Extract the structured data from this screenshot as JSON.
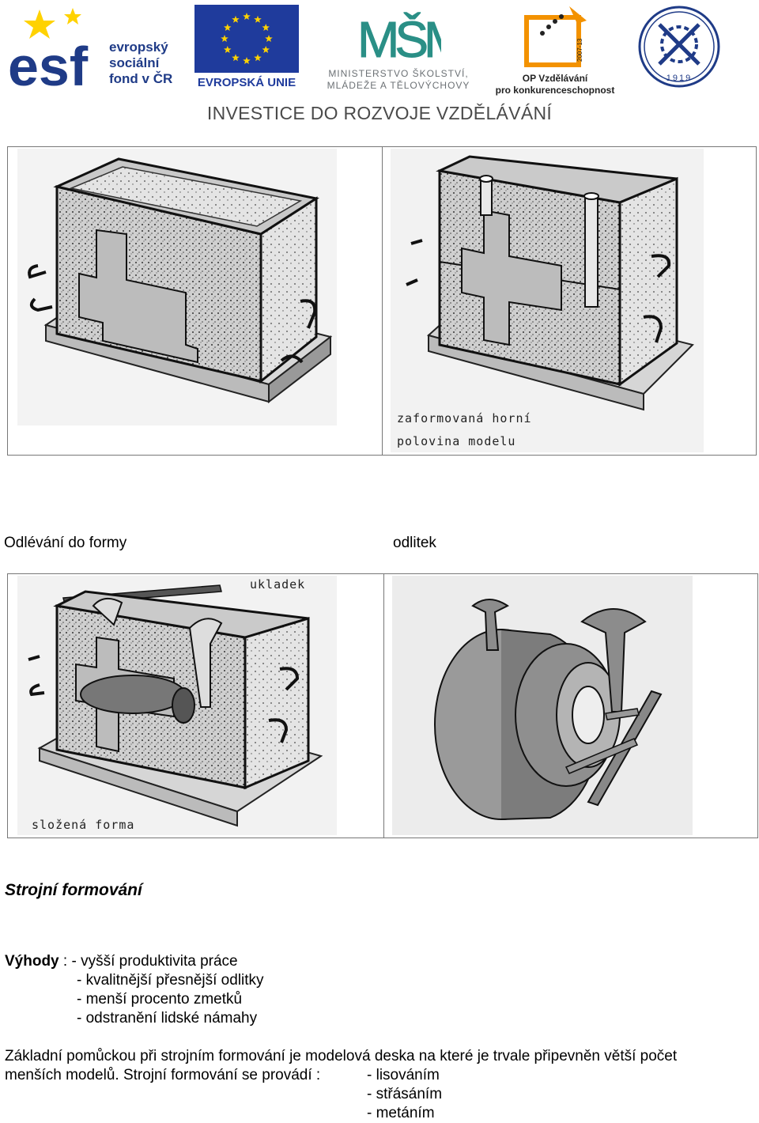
{
  "header": {
    "esf": {
      "logo_letters": "esf",
      "lines": [
        "evropský",
        "sociální",
        "fond v ČR"
      ]
    },
    "eu_label": "EVROPSKÁ UNIE",
    "msmt": {
      "logo_letters": "MŠMT",
      "lines": [
        "MINISTERSTVO ŠKOLSTVÍ,",
        "MLÁDEŽE A TĚLOVÝCHOVY"
      ]
    },
    "op": {
      "years": "2007-13",
      "lines": [
        "OP Vzdělávání",
        "pro konkurenceschopnost"
      ]
    },
    "seal_year": "1919",
    "investice": "INVESTICE DO ROZVOJE VZDĚLÁVÁNÍ"
  },
  "figures": {
    "top_right_label_line1": "zaformovaná horní",
    "top_right_label_line2": "polovina modelu",
    "bottom_left_label_top": "ukladek",
    "bottom_left_label_bottom": "složená forma"
  },
  "captions": {
    "left": "Odlévání do formy",
    "right": "odlitek"
  },
  "section_title": "Strojní formování",
  "advantages": {
    "label": "Výhody",
    "items": [
      ": - vyšší produktivita práce",
      "- kvalitnější přesnější odlitky",
      "- menší procento zmetků",
      "- odstranění lidské námahy"
    ]
  },
  "paragraph": {
    "line1": "Základní pomůckou při strojním formování je modelová deska na které je trvale připevněn větší počet",
    "line2": "menších modelů. Strojní formování se provádí :"
  },
  "methods": [
    "- lisováním",
    "- střásáním",
    "- metáním"
  ],
  "colors": {
    "esf_blue": "#1f3b87",
    "eu_blue": "#1f3b9c",
    "eu_star": "#ffd200",
    "msmt_teal": "#2a8f86",
    "op_orange": "#f39200"
  }
}
